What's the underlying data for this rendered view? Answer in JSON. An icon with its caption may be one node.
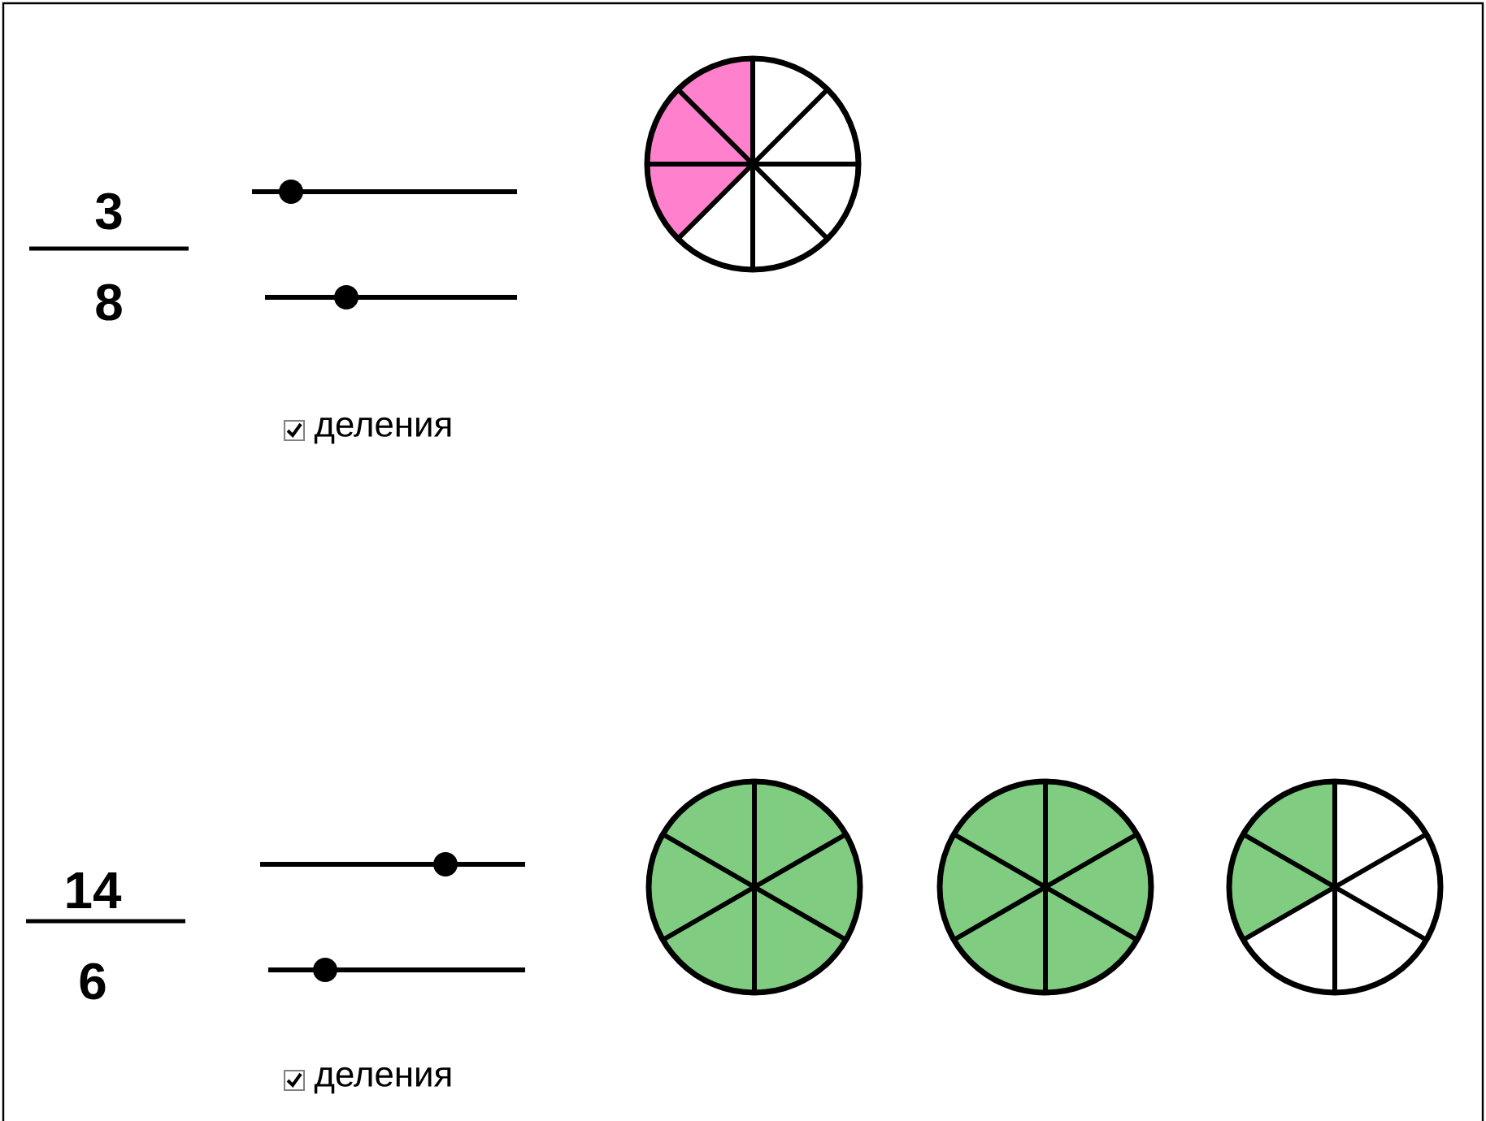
{
  "diagram": {
    "labels": [
      "3",
      "8",
      "деления",
      "14",
      "6",
      "деления"
    ]
  }
}
